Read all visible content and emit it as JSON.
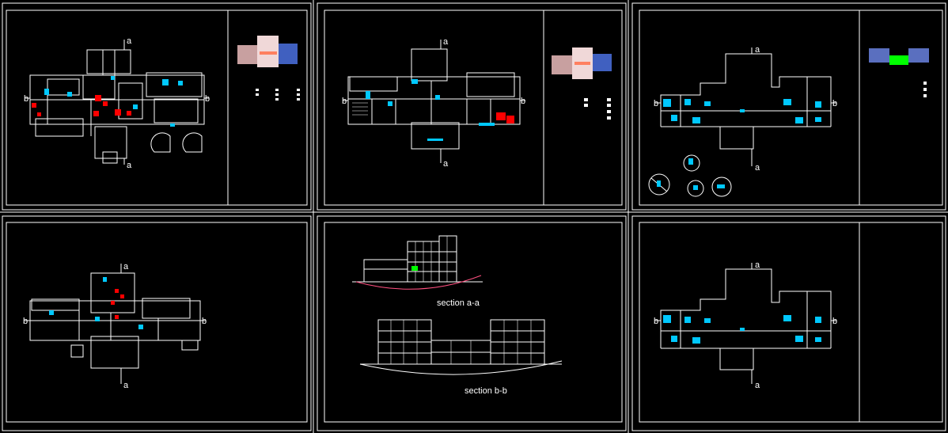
{
  "sheets": {
    "s1": {
      "axis_top": "a",
      "axis_left": "b",
      "axis_right": "b",
      "axis_bottom": "a"
    },
    "s2": {
      "axis_top": "a",
      "axis_left": "b",
      "axis_right": "b",
      "axis_bottom": "a"
    },
    "s3": {
      "axis_top": "a",
      "axis_left": "b",
      "axis_right": "b",
      "axis_bottom": "a"
    },
    "s4": {
      "axis_top": "a",
      "axis_left": "b",
      "axis_right": "b",
      "axis_bottom": "a"
    },
    "s5": {
      "section_aa_label": "section a-a",
      "section_bb_label": "section b-b"
    },
    "s6": {
      "axis_top": "a",
      "axis_left": "b",
      "axis_right": "b",
      "axis_bottom": "a"
    }
  },
  "colors": {
    "background": "#000000",
    "linework": "#ffffff",
    "fixtures": "#00c8ff",
    "highlight": "#ff0000",
    "accent_green": "#00ff00",
    "ground": "#ff5080"
  }
}
